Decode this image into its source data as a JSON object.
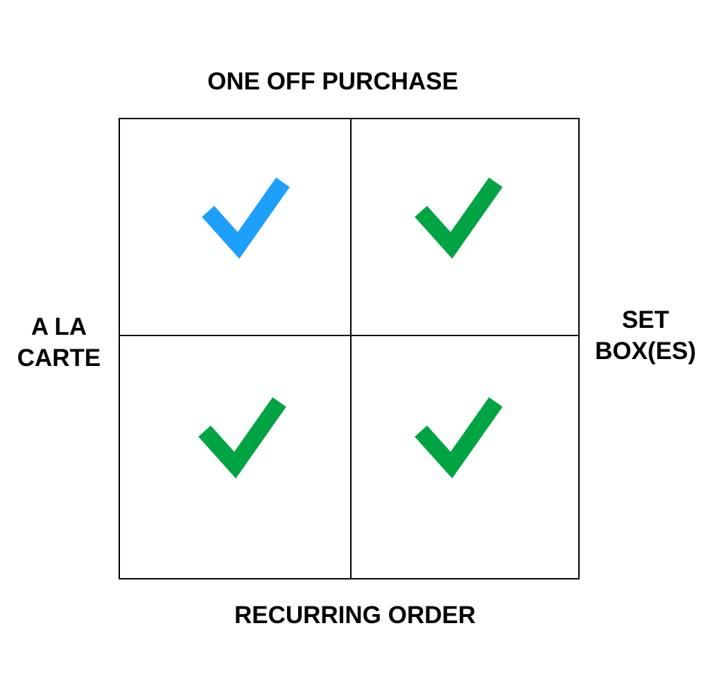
{
  "labels": {
    "top": "ONE OFF PURCHASE",
    "bottom": "RECURRING ORDER",
    "left": [
      "A LA",
      "CARTE"
    ],
    "right": [
      "SET",
      "BOX(ES)"
    ]
  },
  "colors": {
    "highlight_check": "#1e9ffb",
    "check": "#00a443",
    "grid_line": "#000000"
  },
  "cells": [
    {
      "position": "top-left",
      "icon": "checkmark-icon",
      "checked": true,
      "color": "#1e9ffb"
    },
    {
      "position": "top-right",
      "icon": "checkmark-icon",
      "checked": true,
      "color": "#00a443"
    },
    {
      "position": "bottom-left",
      "icon": "checkmark-icon",
      "checked": true,
      "color": "#00a443"
    },
    {
      "position": "bottom-right",
      "icon": "checkmark-icon",
      "checked": true,
      "color": "#00a443"
    }
  ]
}
